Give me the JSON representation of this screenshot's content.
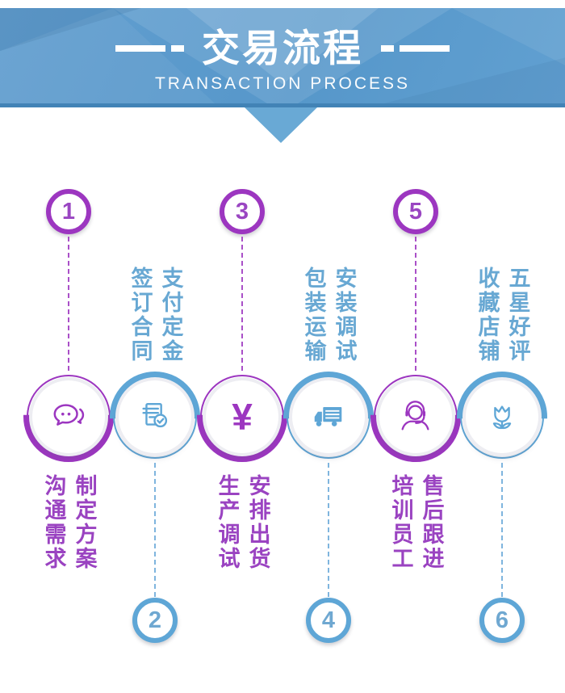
{
  "banner": {
    "title": "交易流程",
    "subtitle": "TRANSACTION PROCESS"
  },
  "colors": {
    "banner_blue": "#5b9ccd",
    "banner_edge": "#4283b6",
    "arrow_blue": "#69a9d5",
    "purple": "#9c36c0",
    "purple_text": "#9a43c1",
    "blue": "#5ea6d6",
    "blue_text": "#68a8d3"
  },
  "steps": [
    {
      "number": "1",
      "theme": "purple",
      "icon": "chat-bubbles-icon",
      "label_left": "沟通需求",
      "label_right": "制定方案"
    },
    {
      "number": "2",
      "theme": "blue",
      "icon": "contract-check-icon",
      "label_left": "签订合同",
      "label_right": "支付定金"
    },
    {
      "number": "3",
      "theme": "purple",
      "icon": "yuan-currency-icon",
      "icon_glyph": "¥",
      "label_left": "生产调试",
      "label_right": "安排出货"
    },
    {
      "number": "4",
      "theme": "blue",
      "icon": "delivery-truck-icon",
      "label_left": "包装运输",
      "label_right": "安装调试"
    },
    {
      "number": "5",
      "theme": "purple",
      "icon": "customer-service-headset-icon",
      "label_left": "培训员工",
      "label_right": "售后跟进"
    },
    {
      "number": "6",
      "theme": "blue",
      "icon": "flower-icon",
      "label_left": "收藏店铺",
      "label_right": "五星好评"
    }
  ]
}
